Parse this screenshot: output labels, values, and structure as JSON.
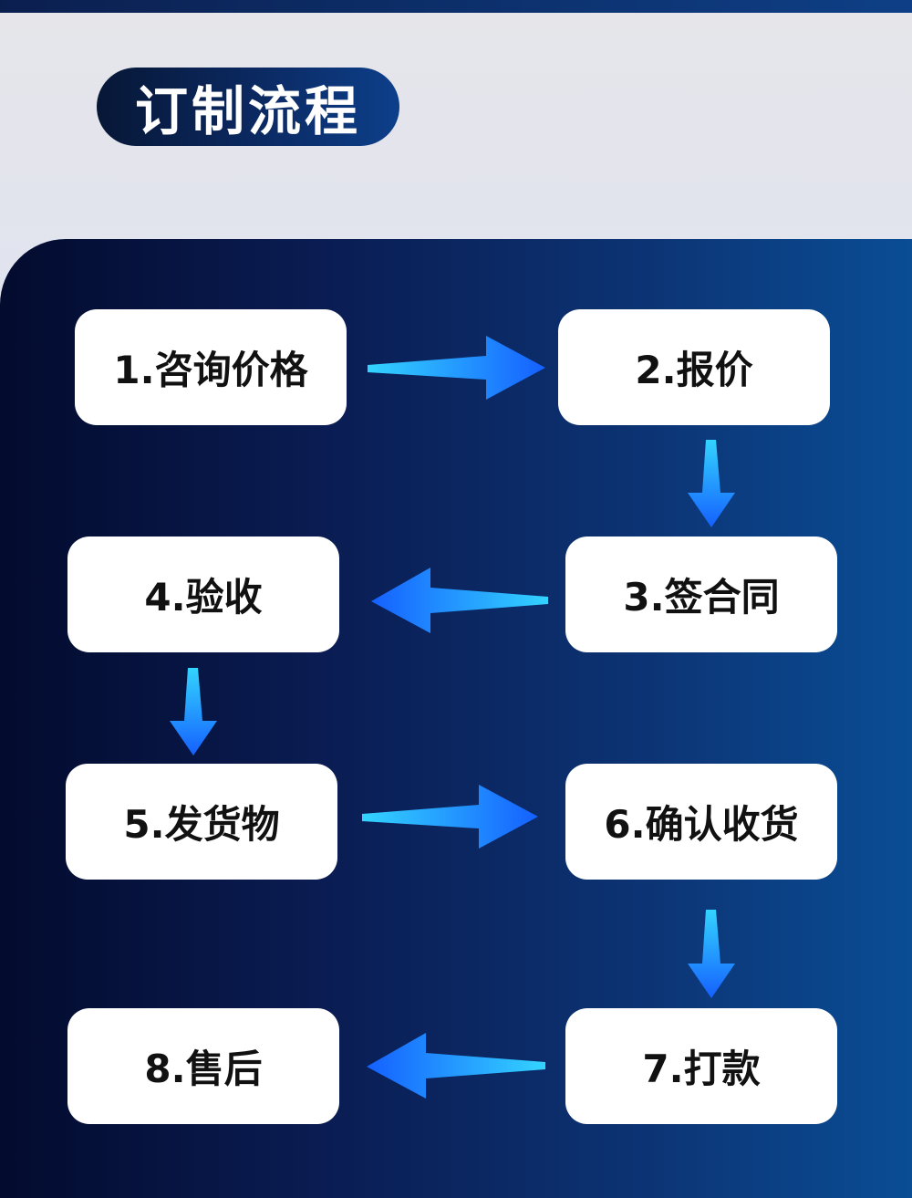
{
  "title": "订制流程",
  "accent_colors": {
    "arrow_light": "#33d4ff",
    "arrow_dark": "#1560ff"
  },
  "steps": [
    {
      "label": "1.咨询价格"
    },
    {
      "label": "2.报价"
    },
    {
      "label": "3.签合同"
    },
    {
      "label": "4.验收"
    },
    {
      "label": "5.发货物"
    },
    {
      "label": "6.确认收货"
    },
    {
      "label": "7.打款"
    },
    {
      "label": "8.售后"
    }
  ]
}
